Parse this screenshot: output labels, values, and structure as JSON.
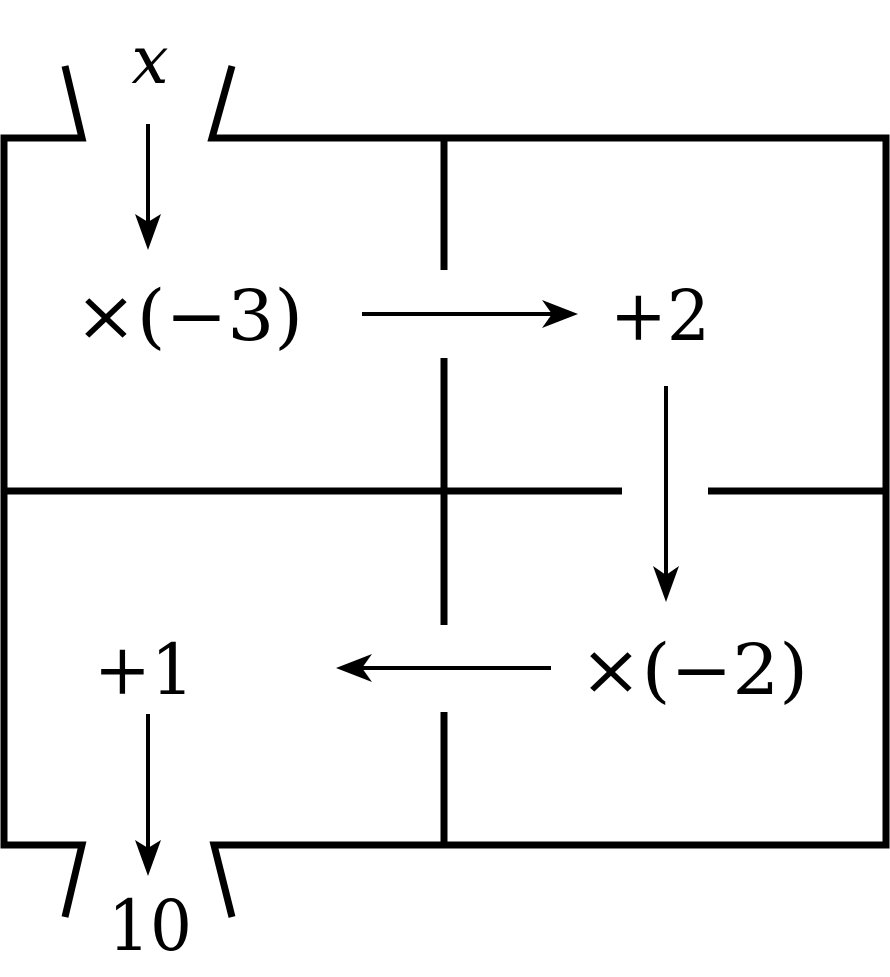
{
  "diagram": {
    "input": {
      "label": "x"
    },
    "steps": [
      {
        "id": "step-1",
        "label": "×(−3)"
      },
      {
        "id": "step-2",
        "label": "+2"
      },
      {
        "id": "step-3",
        "label": "×(−2)"
      },
      {
        "id": "step-4",
        "label": "+1"
      }
    ],
    "output": {
      "label": "10"
    },
    "colors": {
      "stroke": "#000000",
      "background": "#ffffff"
    }
  }
}
